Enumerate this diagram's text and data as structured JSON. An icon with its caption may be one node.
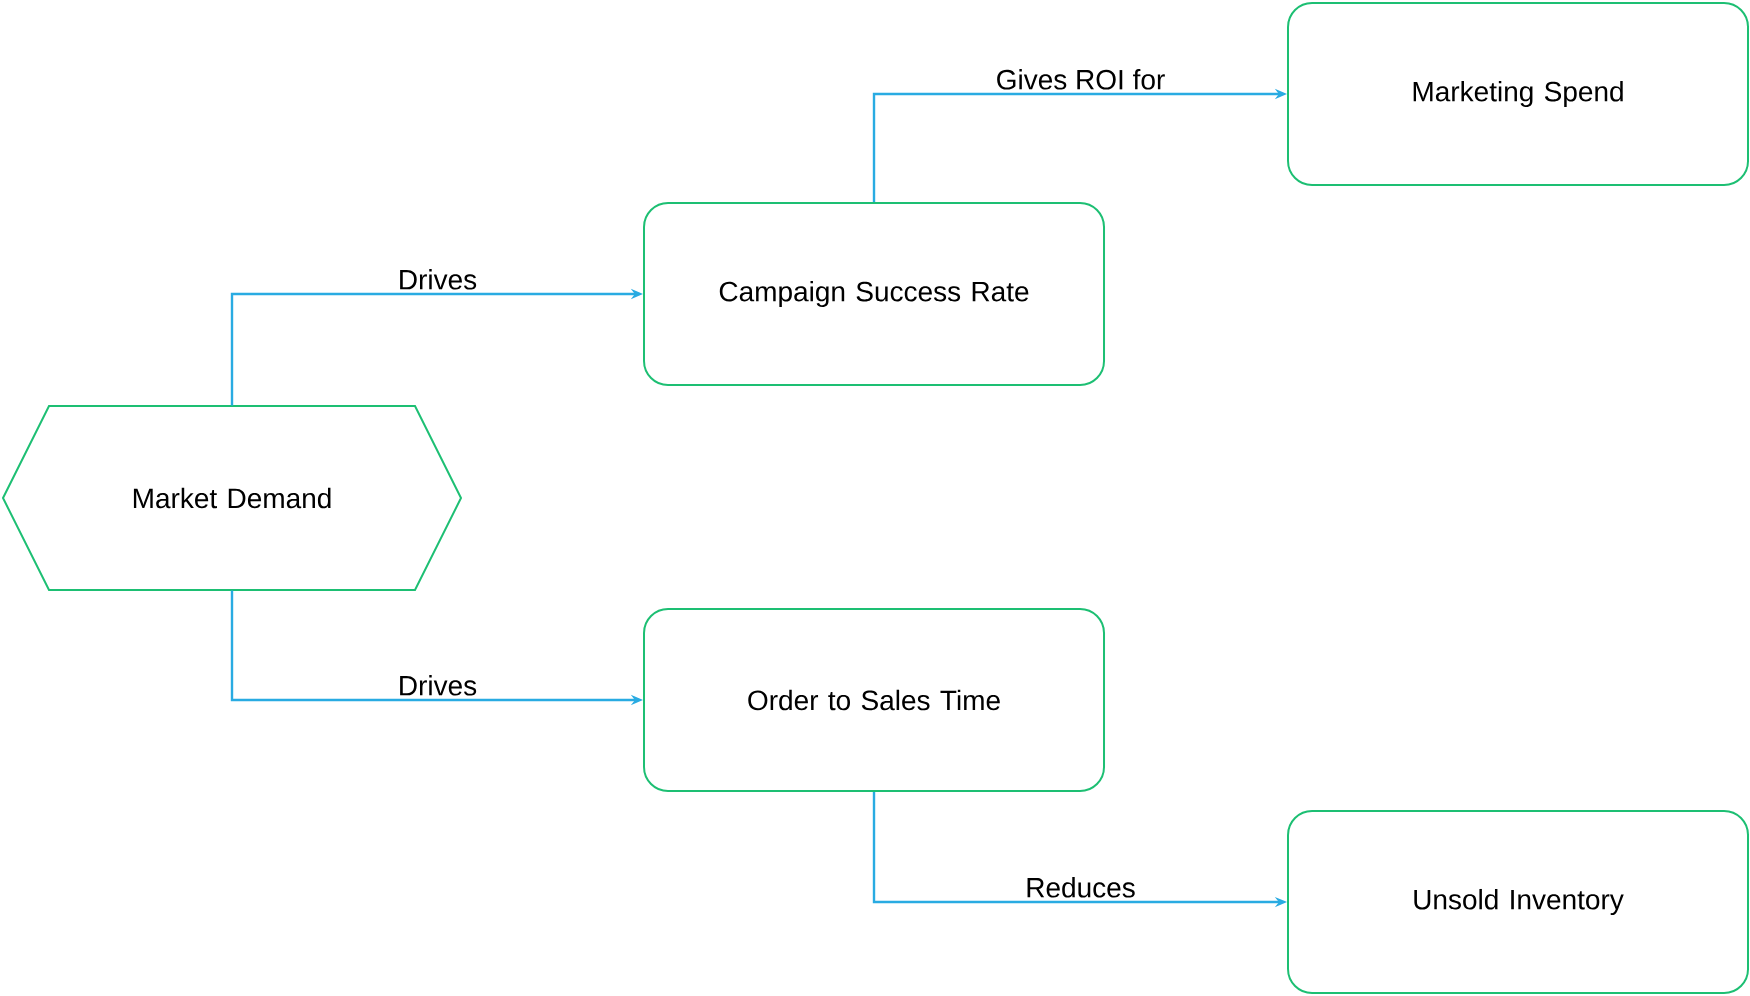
{
  "diagram": {
    "nodes": [
      {
        "text": [
          "Market Demand"
        ]
      },
      {
        "text": [
          "Campaign Success Rate"
        ]
      },
      {
        "text": [
          "Marketing Spend"
        ]
      },
      {
        "text": [
          "Order to Sales Time"
        ]
      },
      {
        "text": [
          "Unsold Inventory"
        ]
      }
    ],
    "edges": [
      {
        "from": 0,
        "to": 1,
        "arrow": "to",
        "label": "Drives"
      },
      {
        "from": 1,
        "to": 2,
        "arrow": "to",
        "label": "Gives ROI for"
      },
      {
        "from": 0,
        "to": 3,
        "arrow": "to",
        "label": "Drives"
      },
      {
        "from": 3,
        "to": 4,
        "arrow": "to",
        "label": "Reduces"
      }
    ]
  }
}
